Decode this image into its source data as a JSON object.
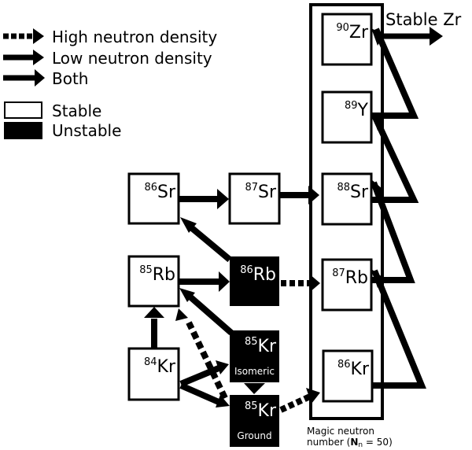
{
  "legend": {
    "arrows": [
      {
        "style": "dashed",
        "label": "High neutron density"
      },
      {
        "style": "solid",
        "label": "Low neutron density"
      },
      {
        "style": "solid-long",
        "label": "Both"
      }
    ],
    "boxes": [
      {
        "fill": "#ffffff",
        "label": "Stable"
      },
      {
        "fill": "#000000",
        "label": "Unstable"
      }
    ]
  },
  "nuclides": [
    {
      "id": "zr90",
      "mass": "90",
      "symbol": "Zr",
      "state": "",
      "stable": true
    },
    {
      "id": "y89",
      "mass": "89",
      "symbol": "Y",
      "state": "",
      "stable": true
    },
    {
      "id": "sr88",
      "mass": "88",
      "symbol": "Sr",
      "state": "",
      "stable": true
    },
    {
      "id": "rb87",
      "mass": "87",
      "symbol": "Rb",
      "state": "",
      "stable": true
    },
    {
      "id": "kr86",
      "mass": "86",
      "symbol": "Kr",
      "state": "",
      "stable": true
    },
    {
      "id": "sr86",
      "mass": "86",
      "symbol": "Sr",
      "state": "",
      "stable": true
    },
    {
      "id": "sr87",
      "mass": "87",
      "symbol": "Sr",
      "state": "",
      "stable": true
    },
    {
      "id": "rb85",
      "mass": "85",
      "symbol": "Rb",
      "state": "",
      "stable": true
    },
    {
      "id": "rb86",
      "mass": "86",
      "symbol": "Rb",
      "state": "",
      "stable": false
    },
    {
      "id": "kr84",
      "mass": "84",
      "symbol": "Kr",
      "state": "",
      "stable": true
    },
    {
      "id": "kr85m",
      "mass": "85",
      "symbol": "Kr",
      "state": "Isomeric",
      "stable": false
    },
    {
      "id": "kr85g",
      "mass": "85",
      "symbol": "Kr",
      "state": "Ground",
      "stable": false
    }
  ],
  "output_label": "Stable Zr",
  "magic_label_line1": "Magic neutron",
  "magic_label_line2_prefix": "number (",
  "magic_label_N": "N",
  "magic_label_sub": "n",
  "magic_label_line2_suffix": " = 50)",
  "colors": {
    "ink": "#000000",
    "paper": "#ffffff"
  }
}
